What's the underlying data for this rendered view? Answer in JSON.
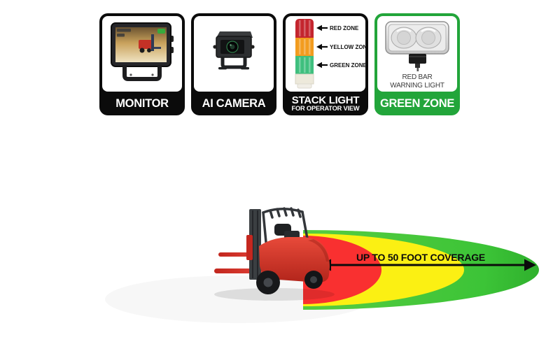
{
  "background": "#ffffff",
  "colors": {
    "card_black": "#0b0b0b",
    "brand_green": "#22A53A",
    "zone_red": "#F93030",
    "zone_yellow": "#FBF013",
    "zone_green": "#3CC437",
    "stack_red": "#C4252E",
    "stack_yellow": "#F29C1F",
    "stack_green": "#3FBF7E",
    "forklift_red": "#CE2F24",
    "arrow_black": "#0b0b0b"
  },
  "cards": [
    {
      "label": "MONITOR",
      "image": "monitor-with-bracket"
    },
    {
      "label": "AI CAMERA",
      "image": "rear-camera-with-bracket"
    },
    {
      "label": "STACK LIGHT",
      "sublabel": "FOR OPERATOR VIEW",
      "image": "tower-stack-light",
      "zones": [
        {
          "label": "RED ZONE"
        },
        {
          "label": "YELLOW ZONE"
        },
        {
          "label": "GREEN ZONE"
        }
      ]
    },
    {
      "label": "GREEN ZONE",
      "caption_line1": "RED BAR",
      "caption_line2": "WARNING LIGHT",
      "image": "red-bar-warning-light"
    }
  ],
  "diagram": {
    "coverage_label": "UP TO 50 FOOT COVERAGE",
    "vehicle": "forklift",
    "zone_order_inner_to_outer": [
      "red",
      "yellow",
      "green"
    ]
  }
}
